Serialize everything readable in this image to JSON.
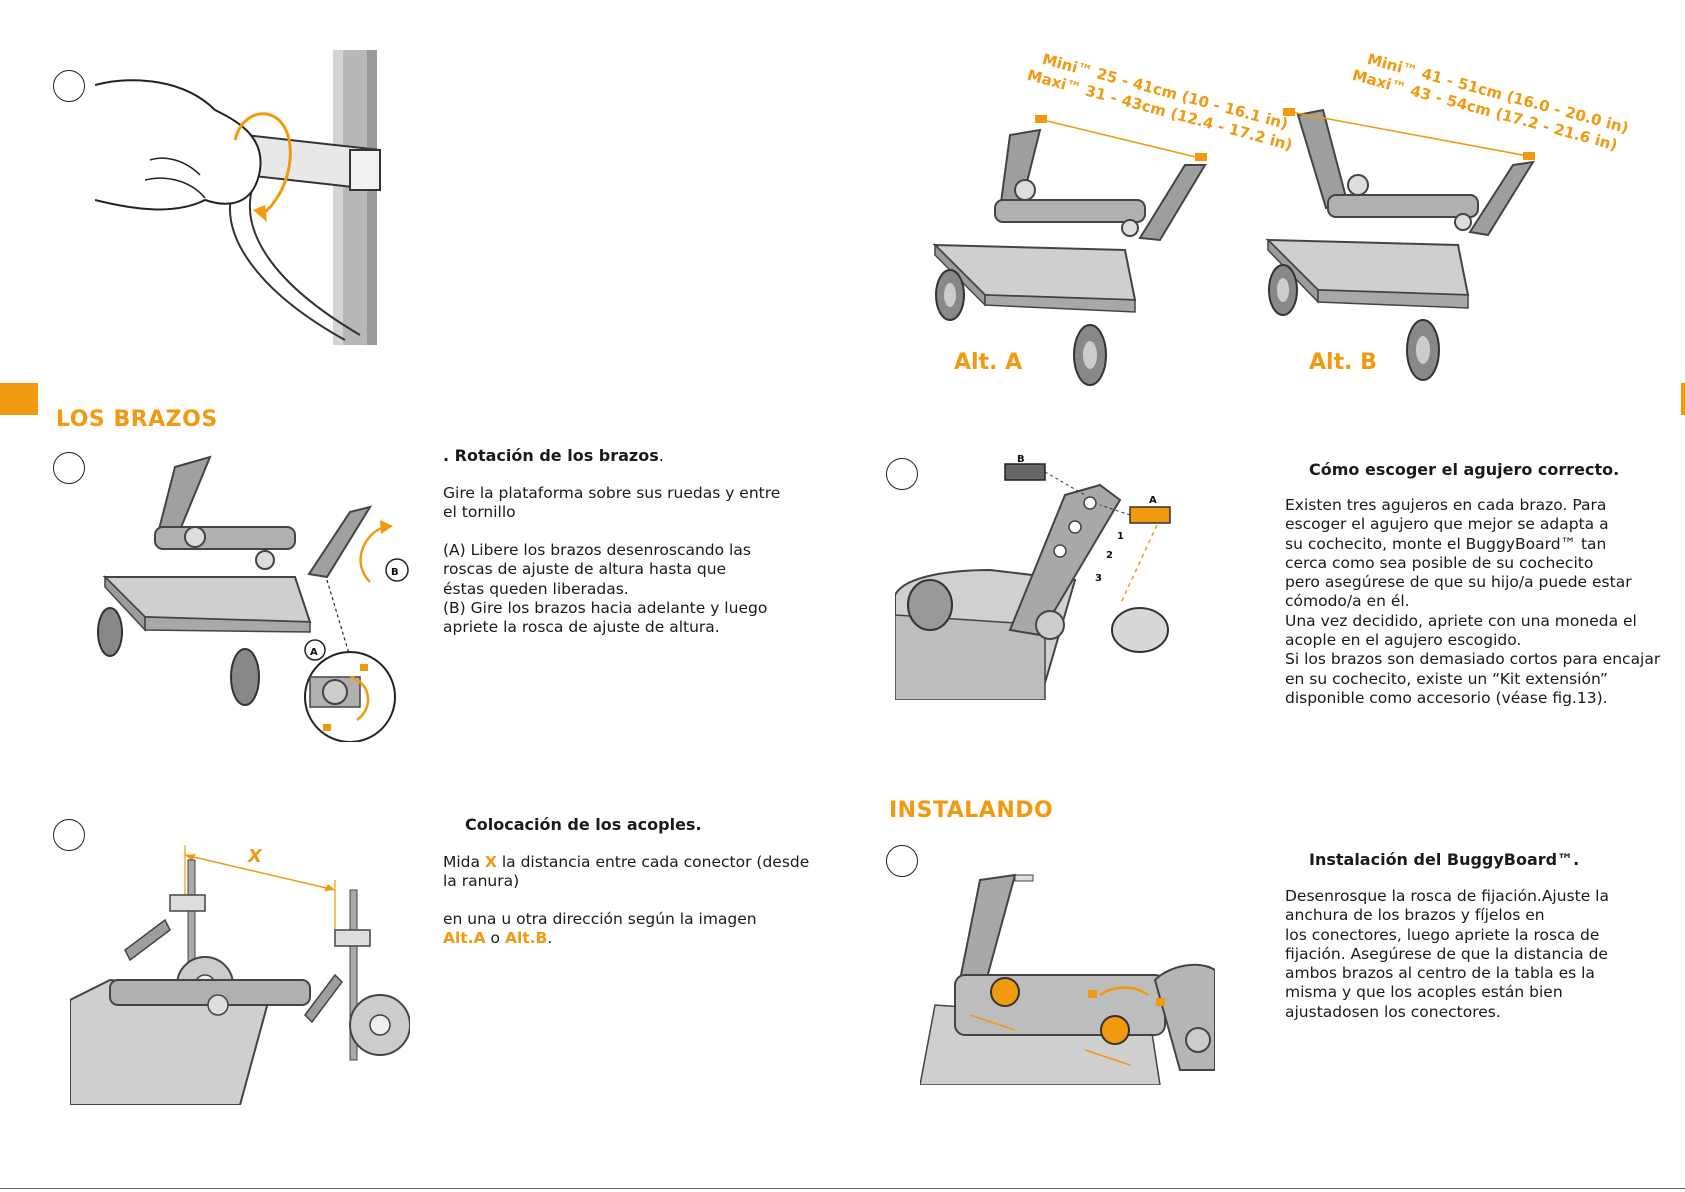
{
  "sections": {
    "arms_title": "LOS BRAZOS",
    "install_title": "INSTALANDO"
  },
  "alt_a": {
    "label": "Alt. A",
    "mini": "Mini™ 25 - 41cm (10 - 16.1 in)",
    "maxi": "Maxi™ 31 - 43cm (12.4 - 17.2 in)"
  },
  "alt_b": {
    "label": "Alt. B",
    "mini": "Mini™ 41 - 51cm (16.0 - 20.0 in)",
    "maxi": "Maxi™ 43 - 54cm (17.2 - 21.6 in)"
  },
  "rotation": {
    "heading_prefix": ". ",
    "heading": "Rotación de los brazos",
    "heading_suffix": ".",
    "p1": "Gire la plataforma sobre sus ruedas y entre\nel tornillo",
    "p2": "(A) Libere los brazos desenroscando las\nroscas de ajuste de altura hasta que\néstas queden liberadas.\n(B) Gire los brazos hacia adelante y luego\napriete la rosca de ajuste de altura."
  },
  "hole": {
    "heading": "Cómo escoger el agujero correcto.",
    "body": "Existen tres agujeros en cada brazo. Para\nescoger el agujero que mejor se adapta a\nsu cochecito, monte el BuggyBoard™ tan\ncerca como sea posible de su cochecito\npero asegúrese de que su hijo/a puede estar\ncómodo/a en él.\nUna vez decidido, apriete con una moneda el\nacople en el agujero escogido.\nSi los brazos son demasiado cortos para encajar\nen su cochecito, existe un “Kit extensión”\ndisponible como accesorio (véase fig.13).",
    "label_a": "A",
    "label_b": "B",
    "hole_1": "1",
    "hole_2": "2",
    "hole_3": "3"
  },
  "placement": {
    "heading": "Colocación de los acoples.",
    "mida": "Mida ",
    "x": "X",
    "rest_line1": " la distancia entre cada conector (desde",
    "line2": "la ranura)",
    "line3": "en una u otra dirección según la imagen",
    "alt_a": "Alt.A",
    "o": " o ",
    "alt_b": "Alt.B",
    "end": ".",
    "dim_label": "X"
  },
  "install": {
    "heading": "Instalación del BuggyBoard™.",
    "body": "Desenrosque la rosca de fijación.Ajuste la\nanchura de los brazos y fíjelos en\nlos conectores, luego apriete la rosca de\nfijación. Asegúrese de que la distancia de\nambos brazos al centro de la tabla es la\nmisma y que los acoples están bien\najustadosen los conectores."
  },
  "callouts": {
    "a": "A",
    "b": "B"
  },
  "colors": {
    "accent": "#f29a0f",
    "gray": "#b5b5b5"
  }
}
